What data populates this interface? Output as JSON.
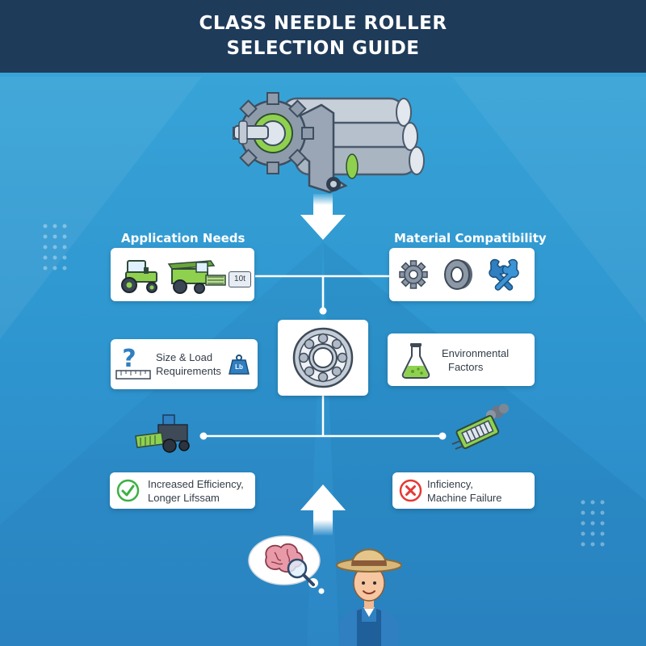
{
  "header": {
    "title_line1": "CLASS NEEDLE ROLLER",
    "title_line2": "SELECTION GUIDE"
  },
  "nodes": {
    "application_needs": {
      "heading": "Application Needs",
      "icons": [
        "tractor-icon",
        "combine-harvester-icon",
        "weight-tag-icon"
      ],
      "tag_text": "10t"
    },
    "material_compatibility": {
      "heading": "Material Compatibility",
      "icons": [
        "gear-icon",
        "ring-icon",
        "wrench-icon"
      ]
    },
    "size_load": {
      "line1": "Size & Load",
      "line2": "Requirements",
      "icons": [
        "question-mark-icon",
        "ruler-icon",
        "weight-icon"
      ],
      "weight_text": "Lb"
    },
    "environmental": {
      "line1": "Environmental",
      "line2": "Factors",
      "icons": [
        "flask-icon"
      ]
    },
    "center": {
      "icons": [
        "needle-bearing-icon"
      ]
    },
    "good_outcome": {
      "line1": "Increased Efficiency,",
      "line2": "Longer Lifssam",
      "icons": [
        "check-icon",
        "harvester-icon"
      ]
    },
    "bad_outcome": {
      "line1": "Inficiency,",
      "line2": "Machine Failure",
      "icons": [
        "cross-icon",
        "broken-machine-icon"
      ]
    },
    "bottom": {
      "icons": [
        "brain-thought-icon",
        "farmer-icon",
        "up-arrow-icon"
      ]
    },
    "top": {
      "icons": [
        "roller-assembly-icon",
        "down-arrow-icon"
      ]
    }
  },
  "colors": {
    "header_bg": "#1f3b5a",
    "background": "#3aa7d9",
    "accent_green": "#8fd14f",
    "steel": "#a9b4c2",
    "check_green": "#3cb043",
    "cross_red": "#e53935"
  }
}
